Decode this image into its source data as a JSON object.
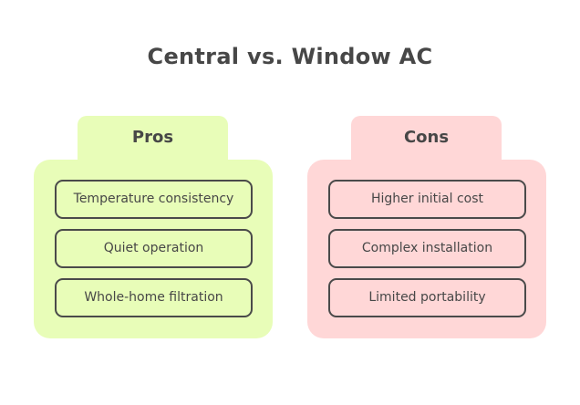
{
  "title": "Central vs. Window AC",
  "colors": {
    "pros_fill": "#e8fdb8",
    "cons_fill": "#ffd7d7",
    "text": "#474747",
    "item_border": "#4a4a4a"
  },
  "pros": {
    "label": "Pros",
    "items": [
      "Temperature consistency",
      "Quiet operation",
      "Whole-home filtration"
    ]
  },
  "cons": {
    "label": "Cons",
    "items": [
      "Higher initial cost",
      "Complex installation",
      "Limited portability"
    ]
  }
}
